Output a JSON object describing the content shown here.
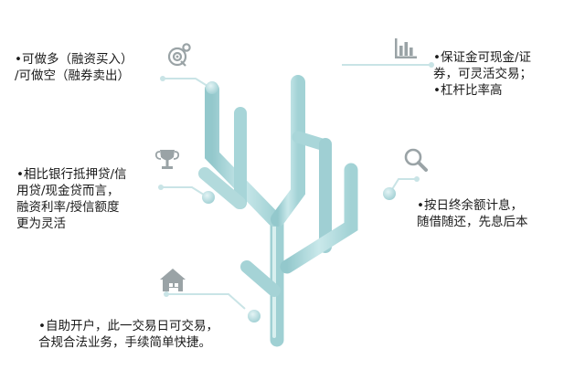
{
  "colors": {
    "branch_light": "#c6e6e8",
    "branch_mid": "#a9d6d9",
    "branch_dark": "#88c2c6",
    "connector": "#c9e4e6",
    "icon": "#9aa3a6",
    "text": "#1a1a1a",
    "background": "#ffffff"
  },
  "features": [
    {
      "id": "long-short",
      "icon": "target-gear-icon",
      "lines": [
        "•可做多（融资买入）",
        "/可做空（融券卖出）"
      ]
    },
    {
      "id": "collateral",
      "icon": "bar-chart-icon",
      "lines": [
        "•保证金可现金/证",
        "券，可灵活交易；",
        "•杠杆比率高"
      ]
    },
    {
      "id": "rate",
      "icon": "trophy-icon",
      "lines": [
        "•相比银行抵押贷/信",
        "用贷/现金贷而言，",
        "融资利率/授信额度",
        "更为灵活"
      ]
    },
    {
      "id": "interest",
      "icon": "magnifier-icon",
      "lines": [
        "•按日终余额计息，",
        "随借随还，先息后本"
      ]
    },
    {
      "id": "account",
      "icon": "house-icon",
      "lines": [
        "•自助开户，此一交易日可交易，",
        "合规合法业务，手续简单快捷。"
      ]
    }
  ]
}
